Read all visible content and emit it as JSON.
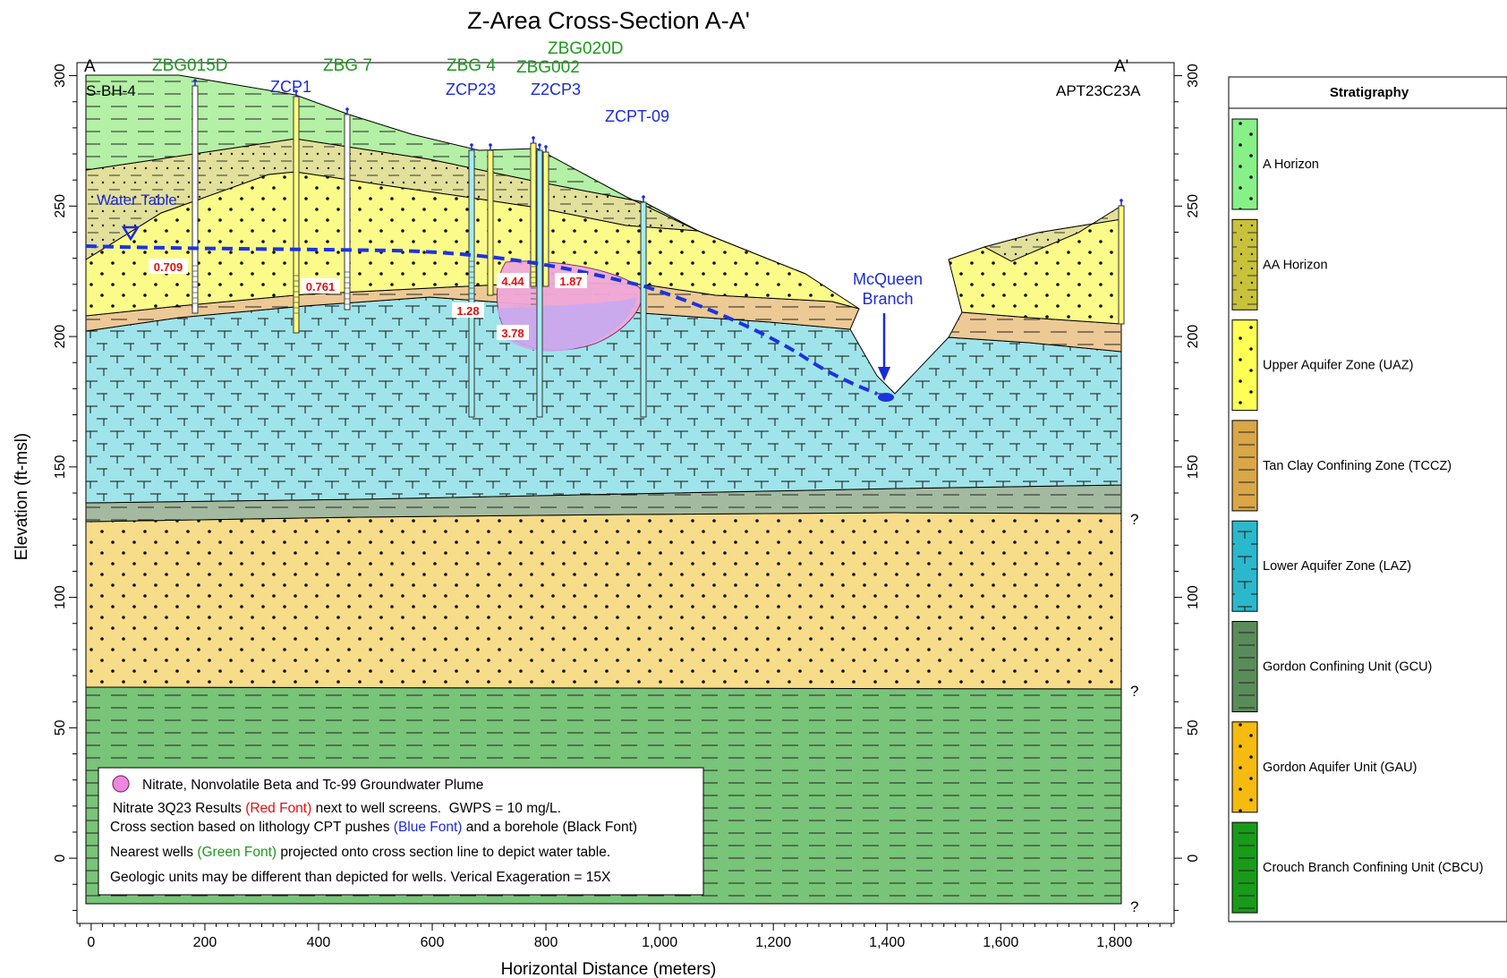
{
  "title": "Z-Area Cross-Section A-A'",
  "axes": {
    "xlabel": "Horizontal Distance (meters)",
    "ylabel": "Elevation (ft-msl)",
    "x_ticks": [
      "0",
      "200",
      "400",
      "600",
      "800",
      "1,000",
      "1,200",
      "1,400",
      "1,600",
      "1,800"
    ],
    "y_ticks": [
      "300",
      "250",
      "200",
      "150",
      "100",
      "50",
      "0"
    ],
    "x_range": [
      -25,
      1905
    ],
    "y_range": [
      -25,
      305
    ]
  },
  "section_ends": {
    "left": "A",
    "right": "A'"
  },
  "labels": {
    "green_wells": [
      "ZBG015D",
      "ZBG 7",
      "ZBG 4",
      "ZBG002",
      "ZBG020D"
    ],
    "blue_cpt": [
      "ZCP1",
      "ZCP23",
      "Z2CP3",
      "ZCPT-09"
    ],
    "black_boreholes": [
      "S-BH-4",
      "APT23C23A"
    ],
    "water_table": "Water Table",
    "mcqueen": [
      "McQueen",
      "Branch"
    ],
    "question": "?"
  },
  "nitrate_results": [
    "0.709",
    "0.761",
    "1.28",
    "4.44",
    "1.87",
    "3.78"
  ],
  "notes": {
    "plume": "Nitrate, Nonvolatile Beta and Tc-99 Groundwater Plume",
    "line2_a": "Nitrate 3Q23 Results ",
    "line2_b": "(Red Font)",
    "line2_c": " next to well screens.  GWPS = 10 mg/L.",
    "line3_a": "Cross section based on lithology CPT pushes ",
    "line3_b": "(Blue Font)",
    "line3_c": " and a borehole (Black Font)",
    "line4_a": "Nearest wells ",
    "line4_b": "(Green Font)",
    "line4_c": " projected onto cross section line to depict water table.",
    "line5": "Geologic units may be different than depicted for wells.  Verical Exageration = 15X"
  },
  "legend": {
    "title": "Stratigraphy",
    "items": [
      {
        "label": "A Horizon",
        "color": "#88f088"
      },
      {
        "label": "AA Horizon",
        "color": "#c8c23a"
      },
      {
        "label": "Upper Aquifer Zone (UAZ)",
        "color": "#ffff55"
      },
      {
        "label": "Tan Clay Confining Zone (TCCZ)",
        "color": "#d9a648"
      },
      {
        "label": "Lower Aquifer Zone (LAZ)",
        "color": "#2bb8cc"
      },
      {
        "label": "Gordon Confining Unit (GCU)",
        "color": "#5a8c5a"
      },
      {
        "label": "Gordon Aquifer Unit (GAU)",
        "color": "#f5bb10"
      },
      {
        "label": "Crouch Branch Confining Unit (CBCU)",
        "color": "#199a19"
      }
    ]
  },
  "colors": {
    "a_horizon": "#b4f0a6",
    "aa_horizon": "#e2e09a",
    "uaz": "#fbfb8a",
    "tccz": "#ecc995",
    "laz": "#9fe4ea",
    "gcu": "#a4baa0",
    "gau": "#f7dc8a",
    "cbcu": "#78c478",
    "water_table": "#1c33e0",
    "plume_pink": "#f0a8d8",
    "plume_purple": "#c8a8f0"
  }
}
